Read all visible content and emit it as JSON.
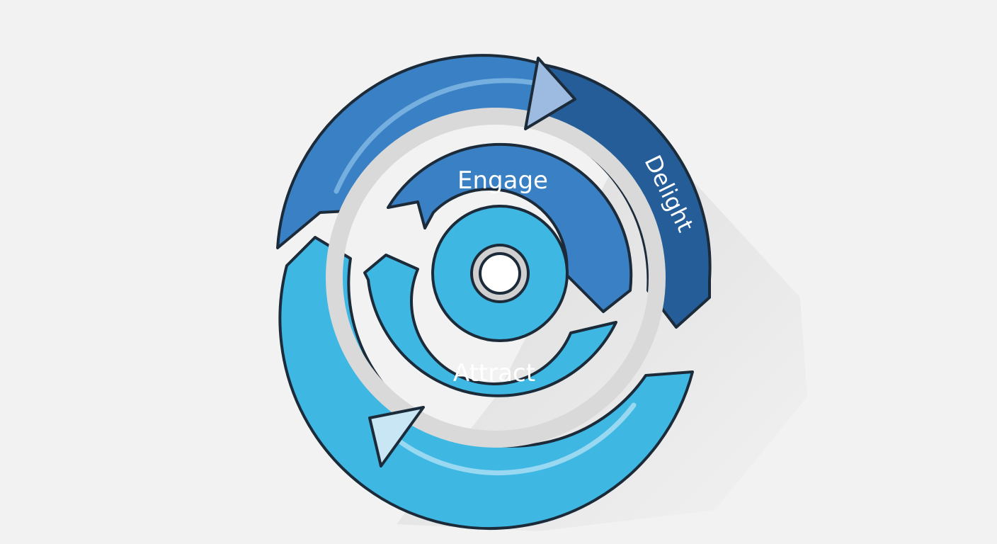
{
  "flywheel": {
    "stages": [
      {
        "label": "Attract",
        "color": "#3fb7e3"
      },
      {
        "label": "Engage",
        "color": "#3a80c4"
      },
      {
        "label": "Delight",
        "color": "#245d98"
      }
    ],
    "outline_color": "#1c2b3a",
    "gap_color": "#d9d9d9",
    "hub_color": "#e8e8e8",
    "arrowhead_light": "#9dbbe0",
    "arrowhead_pale": "#c8e6f4"
  }
}
